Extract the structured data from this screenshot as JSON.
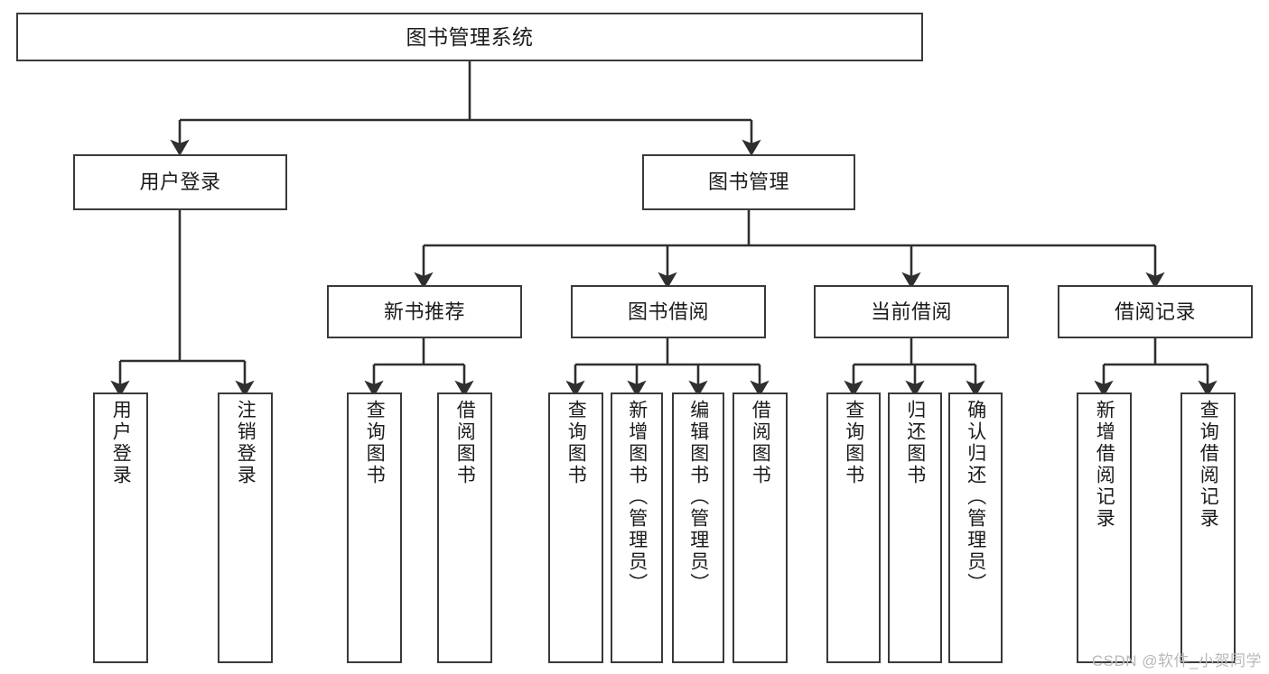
{
  "diagram": {
    "type": "tree-hierarchy",
    "title": "图书管理系统",
    "watermark": "CSDN @软件_小贺同学",
    "colors": {
      "background": "#ffffff",
      "box_border": "#3a3a3a",
      "box_fill": "#ffffff",
      "connector": "#2f2f2f",
      "text": "#1b1b1b",
      "watermark": "#b9b9b9"
    },
    "root": {
      "label": "图书管理系统"
    },
    "level2": [
      {
        "label": "用户登录"
      },
      {
        "label": "图书管理"
      }
    ],
    "level3": [
      {
        "label": "新书推荐"
      },
      {
        "label": "图书借阅"
      },
      {
        "label": "当前借阅"
      },
      {
        "label": "借阅记录"
      }
    ],
    "leaves_user_login": [
      {
        "label": "用户登录"
      },
      {
        "label": "注销登录"
      }
    ],
    "leaves_new_books": [
      {
        "label": "查询图书"
      },
      {
        "label": "借阅图书"
      }
    ],
    "leaves_borrow": [
      {
        "label": "查询图书"
      },
      {
        "label": "新增图书（管理员）"
      },
      {
        "label": "编辑图书（管理员）"
      },
      {
        "label": "借阅图书"
      }
    ],
    "leaves_current": [
      {
        "label": "查询图书"
      },
      {
        "label": "归还图书"
      },
      {
        "label": "确认归还（管理员）"
      }
    ],
    "leaves_records": [
      {
        "label": "新增借阅记录"
      },
      {
        "label": "查询借阅记录"
      }
    ]
  }
}
